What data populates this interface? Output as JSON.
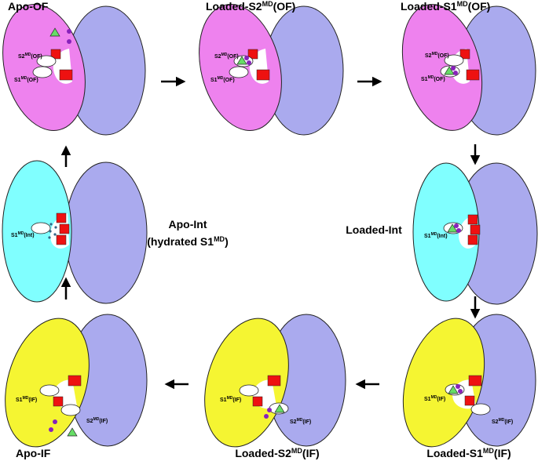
{
  "colors": {
    "of_domain": "#ee82ee",
    "int_domain": "#80ffff",
    "if_domain": "#f5f532",
    "scaffold": "#aaaaee",
    "gate": "#ee1111",
    "ligand_triangle": "#66dd66",
    "ion": "#8822bb",
    "water": "#336688"
  },
  "states": {
    "apo_of": {
      "title_main": "Apo-OF",
      "s2_label": "S2",
      "s2_sup": "MD",
      "s2_suffix": "(OF)",
      "s1_label": "S1",
      "s1_sup": "MD",
      "s1_suffix": "(OF)"
    },
    "loaded_s2_of": {
      "title_main": "Loaded-S2",
      "title_sup": "MD",
      "title_suffix": "(OF)",
      "s2_label": "S2",
      "s2_sup": "MD",
      "s2_suffix": "(OF)",
      "s1_label": "S1",
      "s1_sup": "MD",
      "s1_suffix": "(OF)"
    },
    "loaded_s1_of": {
      "title_main": "Loaded-S1",
      "title_sup": "MD",
      "title_suffix": "(OF)",
      "s2_label": "S2",
      "s2_sup": "MD",
      "s2_suffix": "(OF)",
      "s1_label": "S1",
      "s1_sup": "MD",
      "s1_suffix": "(OF)"
    },
    "apo_int": {
      "title_line1": "Apo-Int",
      "title_line2_main": "(hydrated S1",
      "title_line2_sup": "MD",
      "title_line2_suffix": ")",
      "s1_label": "S1",
      "s1_sup": "MD",
      "s1_suffix": "(Int)"
    },
    "loaded_int": {
      "title_main": "Loaded-Int",
      "s1_label": "S1",
      "s1_sup": "MD",
      "s1_suffix": "(Int)"
    },
    "apo_if": {
      "title_main": "Apo-IF",
      "s1_label": "S1",
      "s1_sup": "MD",
      "s1_suffix": "(IF)",
      "s2_label": "S2",
      "s2_sup": "MD",
      "s2_suffix": "(IF)"
    },
    "loaded_s2_if": {
      "title_main": "Loaded-S2",
      "title_sup": "MD",
      "title_suffix": "(IF)",
      "s1_label": "S1",
      "s1_sup": "MD",
      "s1_suffix": "(IF)",
      "s2_label": "S2",
      "s2_sup": "MD",
      "s2_suffix": "(IF)"
    },
    "loaded_s1_if": {
      "title_main": "Loaded-S1",
      "title_sup": "MD",
      "title_suffix": "(IF)",
      "s1_label": "S1",
      "s1_sup": "MD",
      "s1_suffix": "(IF)",
      "s2_label": "S2",
      "s2_sup": "MD",
      "s2_suffix": "(IF)"
    }
  }
}
